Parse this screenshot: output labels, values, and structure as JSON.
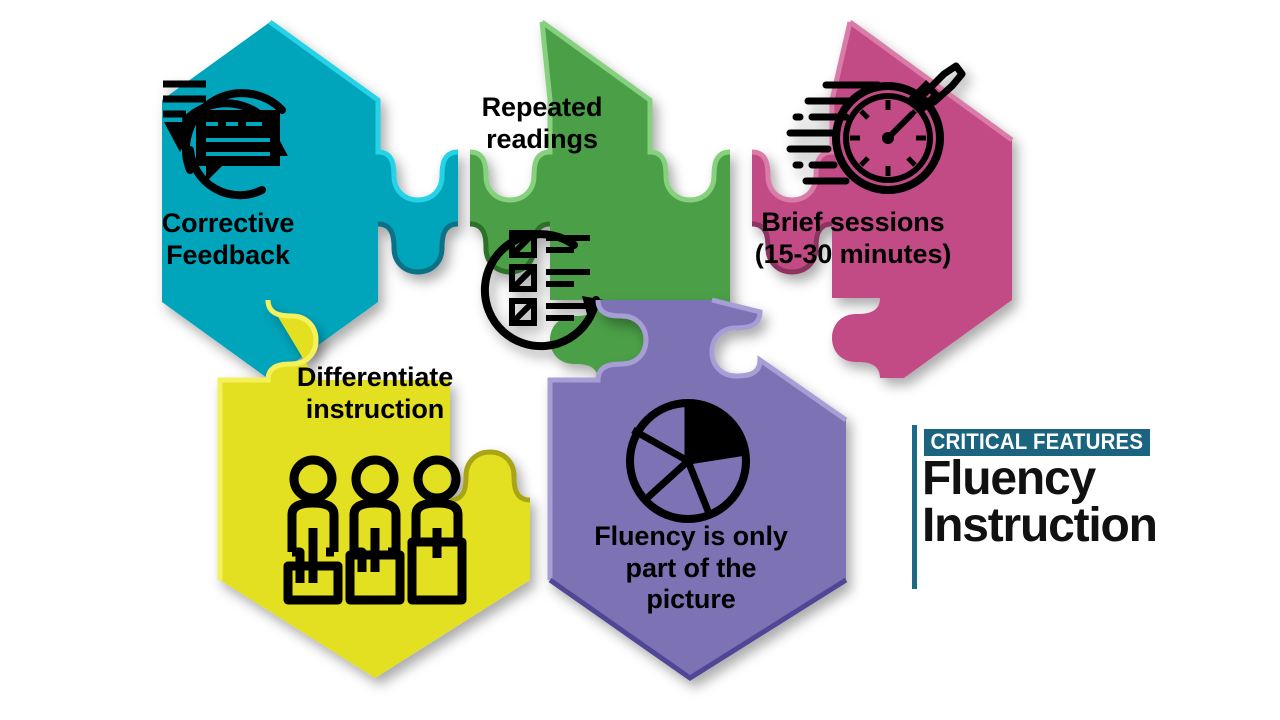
{
  "background": "#ffffff",
  "title_block": {
    "eyebrow": "CRITICAL FEATURES",
    "heading": "Fluency\nInstruction",
    "eyebrow_bg": "#1a6480",
    "eyebrow_color": "#ffffff",
    "rule_color": "#1d6a87",
    "heading_color": "#111111"
  },
  "pieces": [
    {
      "id": "corrective-feedback",
      "label": "Corrective\nFeedback",
      "color": "#00a5bc",
      "edge_light": "#28d2e6",
      "edge_dark": "#0b6f85",
      "icon": "speech-bubble-refresh-icon",
      "position": "top-left"
    },
    {
      "id": "repeated-readings",
      "label": "Repeated\nreadings",
      "color": "#4c9f47",
      "edge_light": "#86d07f",
      "edge_dark": "#2f6f2b",
      "icon": "checklist-refresh-icon",
      "position": "top-center"
    },
    {
      "id": "brief-sessions",
      "label": "Brief sessions\n(15-30 minutes)",
      "color": "#c24c85",
      "edge_light": "#d97ba8",
      "edge_dark": "#8e3360",
      "icon": "stopwatch-icon",
      "position": "top-right"
    },
    {
      "id": "differentiate-instruction",
      "label": "Differentiate\ninstruction",
      "color": "#e3e021",
      "edge_light": "#f4f15c",
      "edge_dark": "#a8a615",
      "icon": "three-people-podium-icon",
      "position": "bottom-left"
    },
    {
      "id": "fluency-part-of-picture",
      "label": "Fluency is only\npart of the\npicture",
      "color": "#7b72b4",
      "edge_light": "#a79ed6",
      "edge_dark": "#4f4796",
      "icon": "pie-chart-icon",
      "position": "bottom-center"
    }
  ]
}
